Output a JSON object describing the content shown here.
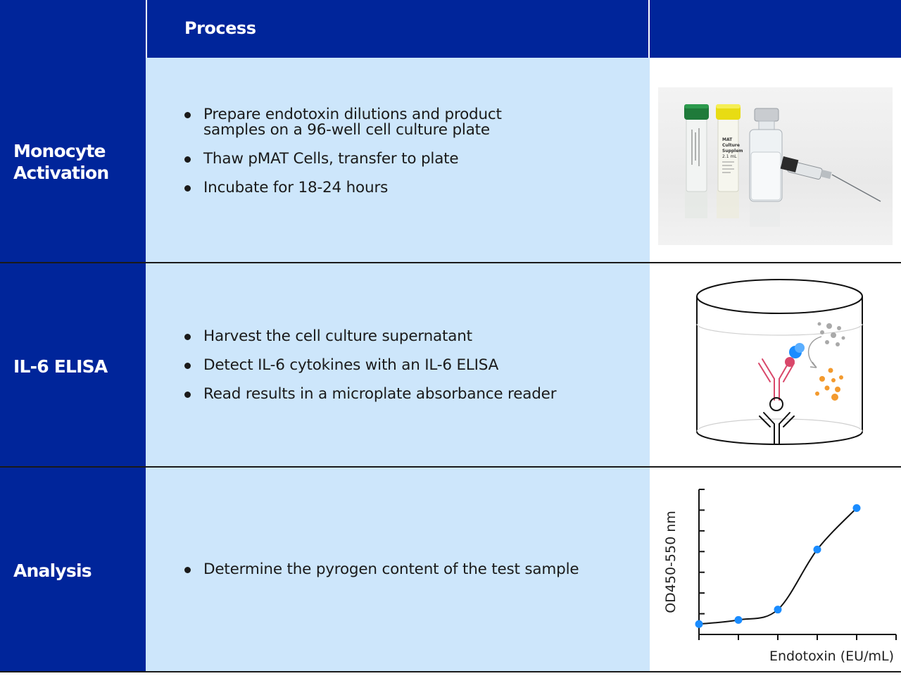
{
  "header": {
    "title": "Process"
  },
  "rows": [
    {
      "label_lines": [
        "Monocyte",
        "Activation"
      ],
      "steps": [
        "Prepare endotoxin dilutions and product samples on a 96-well cell culture plate",
        "Thaw pMAT Cells, transfer to plate",
        "Incubate for 18-24 hours"
      ]
    },
    {
      "label_lines": [
        "IL-6 ELISA"
      ],
      "steps": [
        "Harvest the cell culture supernatant",
        "Detect IL-6 cytokines with an IL-6 ELISA",
        "Read results in a microplate absorbance reader"
      ]
    },
    {
      "label_lines": [
        "Analysis"
      ],
      "steps": [
        "Determine the pyrogen content of the test sample"
      ]
    }
  ],
  "vial_labels": {
    "yellow_vial": [
      "MAT",
      "Culture",
      "Supplem",
      "2.1 mL"
    ]
  },
  "chart_data": {
    "type": "line",
    "xlabel": "Endotoxin (EU/mL)",
    "ylabel": "OD450-550 nm",
    "points": [
      {
        "x": 0,
        "y": 0.5
      },
      {
        "x": 1,
        "y": 0.7
      },
      {
        "x": 2,
        "y": 1.2
      },
      {
        "x": 3,
        "y": 4.1
      },
      {
        "x": 4,
        "y": 6.1
      }
    ],
    "xlim": [
      0,
      5
    ],
    "ylim": [
      0,
      7
    ],
    "grid": false,
    "marker_color": "#1a8cff"
  },
  "colors": {
    "navy": "#00259a",
    "light_blue": "#cde6fb",
    "ab_pink": "#d9476a",
    "dot_blue": "#1a8cff",
    "dot_gray": "#a9a9a9",
    "dot_orange": "#f39a2e"
  }
}
